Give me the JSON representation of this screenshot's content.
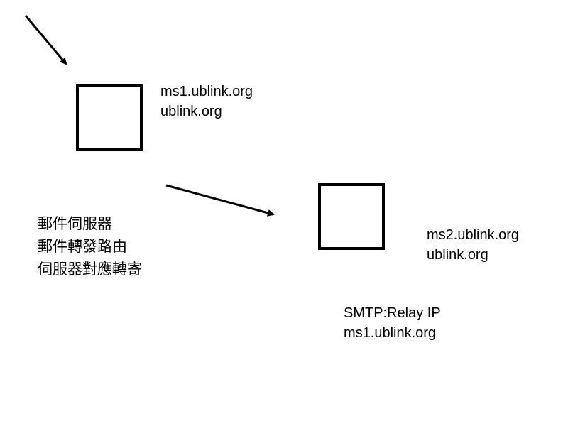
{
  "server1": {
    "hostname": "ms1.ublink.org",
    "domain": "ublink.org"
  },
  "server2": {
    "hostname": "ms2.ublink.org",
    "domain": "ublink.org"
  },
  "relay_note": {
    "line1": "SMTP:Relay IP",
    "line2": "ms1.ublink.org"
  },
  "chinese_labels": [
    "郵件伺服器",
    "郵件轉發路由",
    "伺服器對應轉寄"
  ]
}
